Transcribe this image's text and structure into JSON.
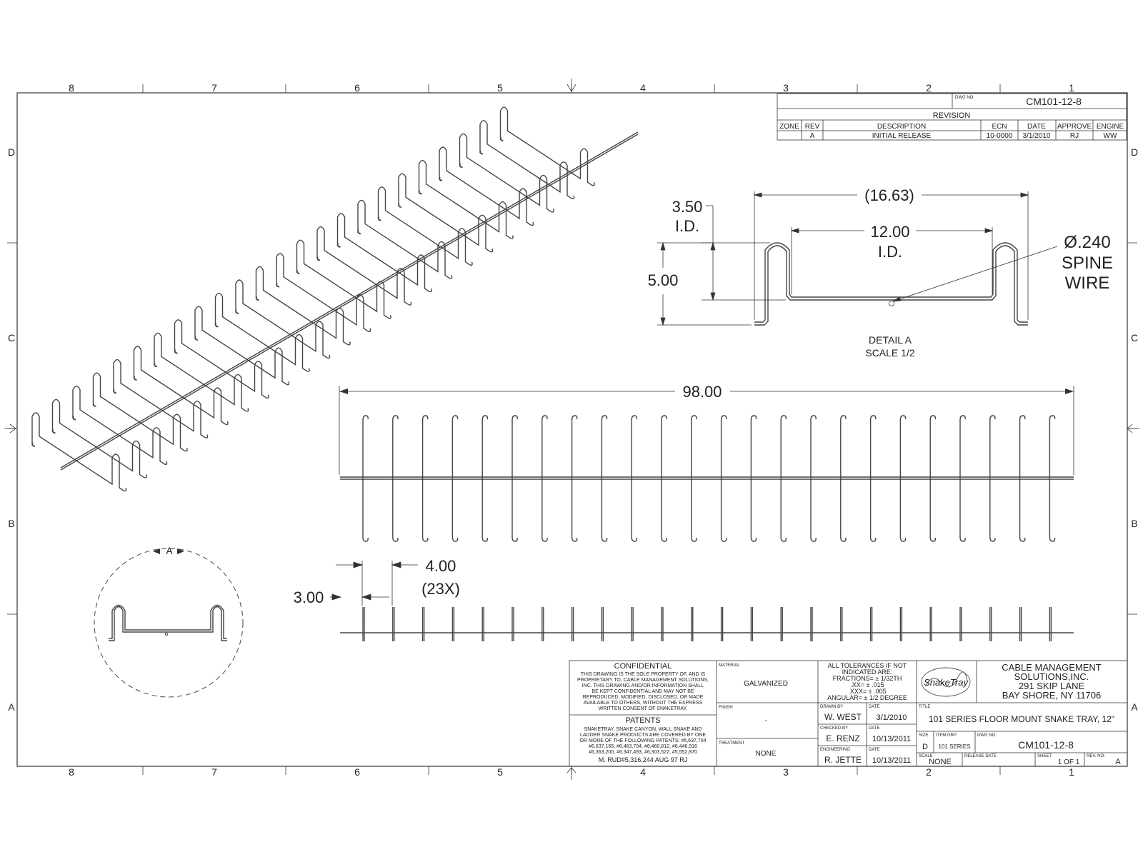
{
  "drawing": {
    "dwg_no_label": "DWG NO.",
    "dwg_no": "CM101-12-8",
    "col_labels": [
      "8",
      "7",
      "6",
      "5",
      "4",
      "3",
      "2",
      "1"
    ],
    "row_labels": [
      "D",
      "C",
      "B",
      "A"
    ]
  },
  "revision": {
    "heading": "REVISION",
    "headers": [
      "ZONE",
      "REV",
      "DESCRIPTION",
      "ECN",
      "DATE",
      "APPROVE",
      "ENGINE"
    ],
    "row": [
      "",
      "A",
      "INITIAL RELEASE",
      "10-0000",
      "3/1/2010",
      "RJ",
      "WW"
    ]
  },
  "detail": {
    "overall_width": "(16.63)",
    "inner_width": "12.00",
    "inner_width_sub": "I.D.",
    "height_inner": "3.50",
    "height_inner_sub": "I.D.",
    "height_total": "5.00",
    "spine_dia": "Ø.240",
    "spine_l1": "SPINE",
    "spine_l2": "WIRE",
    "caption1": "DETAIL  A",
    "caption2": "SCALE 1/2"
  },
  "views": {
    "length": "98.00",
    "spacing": "4.00",
    "spacing_count": "(23X)",
    "end_offset": "3.00",
    "detail_marker": "A"
  },
  "title_block": {
    "confidential_heading": "CONFIDENTIAL",
    "confidential_lines": [
      "THIS DRAWING IS THE SOLE PROPERTY OF, AND IS",
      "PROPRIETARY TO, CABLE MANAGEMENT SOLUTIONS,",
      "INC. THIS DRAWING AND/OR INFORMATION SHALL",
      "BE KEPT CONFIDENTIAL AND MAY NOT BE",
      "REPRODUCED, MODIFIED, DISCLOSED, OR MADE",
      "AVAILABLE TO OTHERS, WITHOUT THE EXPRESS",
      "WRITTEN CONSENT OF SNAKETRAY."
    ],
    "patents_heading": "PATENTS",
    "patents_lines": [
      "SNAKETRAY, SNAKE CANYON, WALL SNAKE AND",
      "LADDER SNAKE PRODUCTS ARE COVERED BY ONE",
      "OR MORE OF THE FOLLOWING PATENTS: #6,637,704",
      "#6,637,165, #6,463,704, #6,460,812, #6,446,916",
      "#6,363,200, #6,347,493, #6,303,522, #5,552,870",
      "M. RUD#5,316,244 AUG 97 RJ"
    ],
    "material_label": "MATERIAL",
    "material": "GALVANIZED",
    "finish_label": "FINISH",
    "finish": "-",
    "treatment_label": "TREATMENT",
    "treatment": "NONE",
    "tolerances": [
      "ALL TOLERANCES IF NOT",
      "INDICATED ARE:",
      "FRACTIONS= ± 1/32TH",
      ".XX= ± .015",
      ".XXX= ± .005",
      "ANGULAR= ± 1/2 DEGREE"
    ],
    "drawn_by_label": "DRAWN BY",
    "drawn_by": "W. WEST",
    "drawn_date": "3/1/2010",
    "checked_by_label": "CHECKED BY",
    "checked_by": "E. RENZ",
    "checked_date": "10/13/2011",
    "engineering_label": "ENGINEERING",
    "engineering": "R. JETTE",
    "engineering_date": "10/13/2011",
    "date_label": "DATE",
    "logo_text": "SnakeTray",
    "company": [
      "CABLE MANAGEMENT",
      "SOLUTIONS,INC.",
      "291 SKIP LANE",
      "BAY SHORE, NY 11706"
    ],
    "title_label": "TITLE",
    "title": "101 SERIES FLOOR MOUNT SNAKE TRAY, 12\"",
    "size_label": "SIZE",
    "size": "D",
    "item_label": "ITEM GRP",
    "item": "101 SERIES",
    "dwgno_label": "DWG NO.",
    "dwgno": "CM101-12-8",
    "scale_label": "SCALE",
    "scale": "NONE",
    "release_label": "RELEASE DATE",
    "sheet_label": "SHEET",
    "sheet": "1 OF 1",
    "rev_label": "REV. NO.",
    "rev": "A"
  }
}
